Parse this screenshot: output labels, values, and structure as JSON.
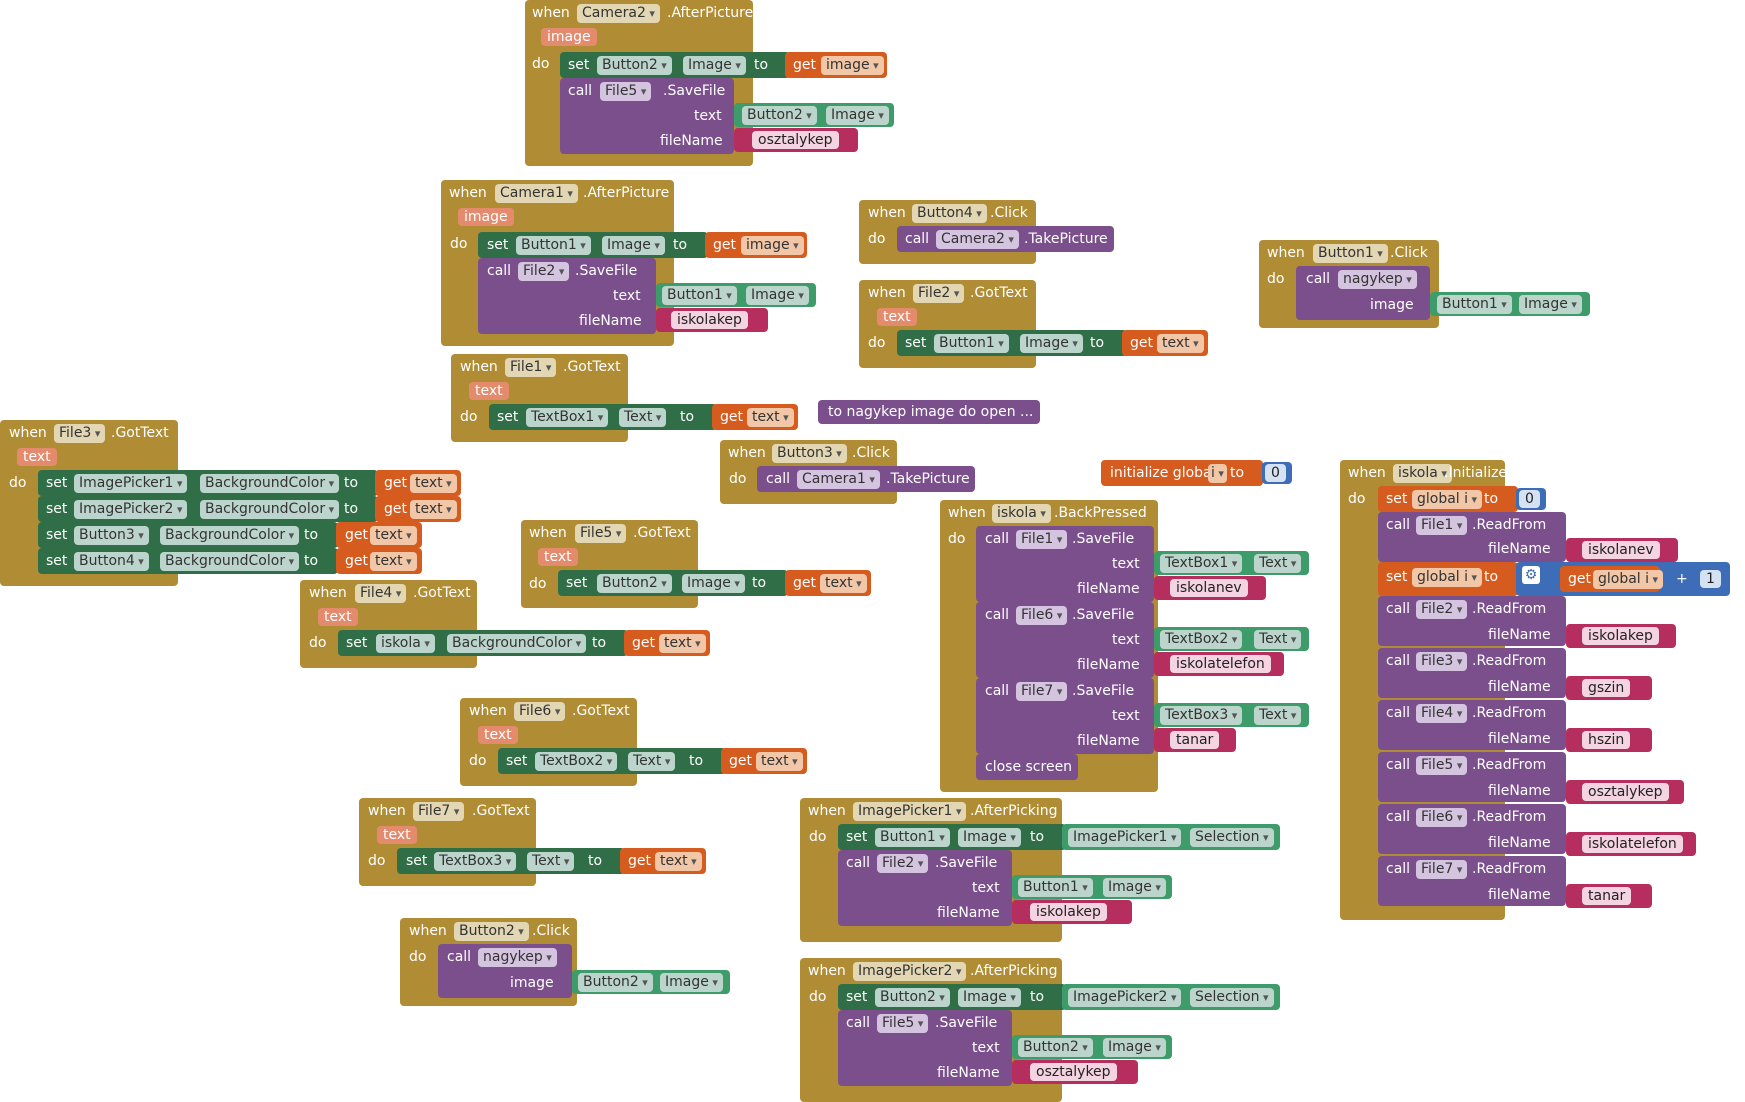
{
  "kw": {
    "when": "when",
    "do": "do",
    "set": "set",
    "to": "to",
    "get": "get",
    "call": "call",
    "text": "text",
    "fileName": "fileName",
    "image": "image",
    "q": "“",
    "qe": "”",
    "dot": ".",
    "plus": "+"
  },
  "b1": {
    "comp": "Camera2",
    "event": ".AfterPicture",
    "param": "image",
    "set_comp": "Button2",
    "set_prop": "Image",
    "get_var": "image",
    "call_comp": "File5",
    "call_method": ".SaveFile",
    "text_comp": "Button2",
    "text_prop": "Image",
    "file": "osztalykep"
  },
  "b2": {
    "comp": "Camera1",
    "event": ".AfterPicture",
    "param": "image",
    "set_comp": "Button1",
    "set_prop": "Image",
    "get_var": "image",
    "call_comp": "File2",
    "call_method": ".SaveFile",
    "text_comp": "Button1",
    "text_prop": "Image",
    "file": "iskolakep"
  },
  "b3": {
    "comp": "Button4",
    "event": ".Click",
    "call_comp": "Camera2",
    "call_method": ".TakePicture"
  },
  "b4": {
    "comp": "File2",
    "event": ".GotText",
    "param": "text",
    "set_comp": "Button1",
    "set_prop": "Image",
    "get_var": "text"
  },
  "b5": {
    "comp": "Button1",
    "event": ".Click",
    "call_comp": "nagykep",
    "arg": "image",
    "arg_comp": "Button1",
    "arg_prop": "Image"
  },
  "b6": {
    "comp": "File1",
    "event": ".GotText",
    "param": "text",
    "set_comp": "TextBox1",
    "set_prop": "Text",
    "get_var": "text"
  },
  "proc": {
    "label": "to nagykep  image do open ..."
  },
  "b7": {
    "comp": "File3",
    "event": ".GotText",
    "param": "text",
    "rows": [
      {
        "comp": "ImagePicker1",
        "prop": "BackgroundColor",
        "get": "text"
      },
      {
        "comp": "ImagePicker2",
        "prop": "BackgroundColor",
        "get": "text"
      },
      {
        "comp": "Button3",
        "prop": "BackgroundColor",
        "get": "text"
      },
      {
        "comp": "Button4",
        "prop": "BackgroundColor",
        "get": "text"
      }
    ]
  },
  "b8": {
    "comp": "Button3",
    "event": ".Click",
    "call_comp": "Camera1",
    "call_method": ".TakePicture"
  },
  "glob": {
    "label": "initialize global",
    "name": "i",
    "to": "to",
    "value": "0"
  },
  "b9": {
    "comp": "iskola",
    "event": ".Initialize",
    "set_var": "global i",
    "set_val": "0",
    "reads": [
      {
        "file": "File1",
        "name": "iskolanev"
      },
      {
        "file": "File2",
        "name": "iskolakep"
      },
      {
        "file": "File3",
        "name": "gszin"
      },
      {
        "file": "File4",
        "name": "hszin"
      },
      {
        "file": "File5",
        "name": "osztalykep"
      },
      {
        "file": "File6",
        "name": "iskolatelefon"
      },
      {
        "file": "File7",
        "name": "tanar"
      }
    ],
    "read_method": ".ReadFrom",
    "inc_var": "global i",
    "inc_get": "global i",
    "inc_num": "1"
  },
  "b10": {
    "comp": "File5",
    "event": ".GotText",
    "param": "text",
    "set_comp": "Button2",
    "set_prop": "Image",
    "get_var": "text"
  },
  "b11": {
    "comp": "File4",
    "event": ".GotText",
    "param": "text",
    "set_comp": "iskola",
    "set_prop": "BackgroundColor",
    "get_var": "text"
  },
  "b12": {
    "comp": "iskola",
    "event": ".BackPressed",
    "saves": [
      {
        "file": "File1",
        "tb": "TextBox1",
        "prop": "Text",
        "name": "iskolanev"
      },
      {
        "file": "File6",
        "tb": "TextBox2",
        "prop": "Text",
        "name": "iskolatelefon"
      },
      {
        "file": "File7",
        "tb": "TextBox3",
        "prop": "Text",
        "name": "tanar"
      }
    ],
    "save_method": ".SaveFile",
    "close": "close screen"
  },
  "b13": {
    "comp": "File6",
    "event": ".GotText",
    "param": "text",
    "set_comp": "TextBox2",
    "set_prop": "Text",
    "get_var": "text"
  },
  "b14": {
    "comp": "File7",
    "event": ".GotText",
    "param": "text",
    "set_comp": "TextBox3",
    "set_prop": "Text",
    "get_var": "text"
  },
  "b15": {
    "comp": "ImagePicker1",
    "event": ".AfterPicking",
    "set_comp": "Button1",
    "set_prop": "Image",
    "src_comp": "ImagePicker1",
    "src_prop": "Selection",
    "call_comp": "File2",
    "call_method": ".SaveFile",
    "text_comp": "Button1",
    "text_prop": "Image",
    "file": "iskolakep"
  },
  "b16": {
    "comp": "Button2",
    "event": ".Click",
    "call_comp": "nagykep",
    "arg": "image",
    "arg_comp": "Button2",
    "arg_prop": "Image"
  },
  "b17": {
    "comp": "ImagePicker2",
    "event": ".AfterPicking",
    "set_comp": "Button2",
    "set_prop": "Image",
    "src_comp": "ImagePicker2",
    "src_prop": "Selection",
    "call_comp": "File5",
    "call_method": ".SaveFile",
    "text_comp": "Button2",
    "text_prop": "Image",
    "file": "osztalykep"
  }
}
